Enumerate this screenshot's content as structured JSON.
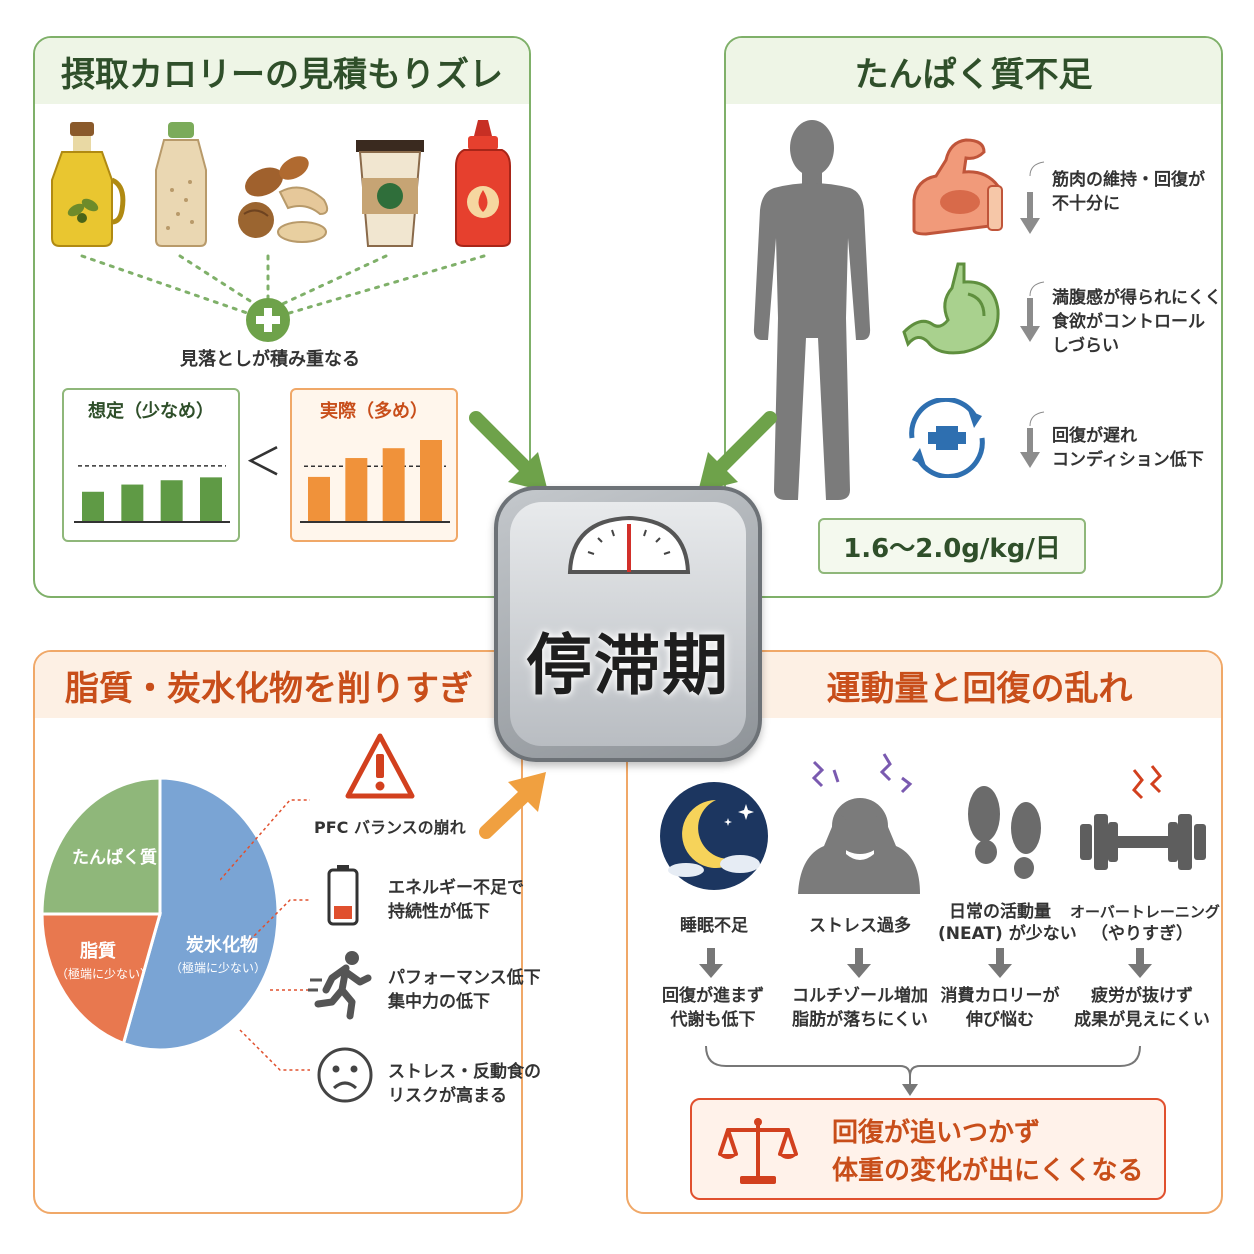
{
  "center": {
    "label": "停滞期"
  },
  "calorie_panel": {
    "title": "摂取カロリーの見積もりズレ",
    "accumulation_label": "見落としが積み重なる",
    "assumed_label": "想定（少なめ）",
    "actual_label": "実際（多め）",
    "compare_symbol": "＜",
    "assumed_bars": [
      0.42,
      0.52,
      0.58,
      0.62
    ],
    "actual_bars": [
      0.55,
      0.78,
      0.9,
      1.0
    ]
  },
  "protein_panel": {
    "title": "たんぱく質不足",
    "effects": [
      {
        "icon": "flexed-arm-icon",
        "text": [
          "筋肉の維持・回復が",
          "不十分に"
        ]
      },
      {
        "icon": "stomach-icon",
        "text": [
          "満腹感が得られにくく",
          "食欲がコントロール",
          "しづらい"
        ]
      },
      {
        "icon": "recovery-cross-icon",
        "text": [
          "回復が遅れ",
          "コンディション低下"
        ]
      }
    ],
    "target": "1.6〜2.0g/kg/日"
  },
  "macro_panel": {
    "title": "脂質・炭水化物を削りすぎ",
    "pie": [
      {
        "label": "たんぱく質",
        "sub": "",
        "value": 25,
        "color": "#8fb77a"
      },
      {
        "label": "脂質",
        "sub": "（極端に少ない）",
        "value": 20,
        "color": "#e8784f"
      },
      {
        "label": "炭水化物",
        "sub": "（極端に少ない）",
        "value": 55,
        "color": "#7aa4d4"
      }
    ],
    "pfc_label": "PFC バランスの崩れ",
    "effects": [
      {
        "icon": "low-battery-icon",
        "text": [
          "エネルギー不足で",
          "持続性が低下"
        ]
      },
      {
        "icon": "running-person-icon",
        "text": [
          "パフォーマンス低下",
          "集中力の低下"
        ]
      },
      {
        "icon": "sad-face-icon",
        "text": [
          "ストレス・反動食の",
          "リスクが高まる"
        ]
      }
    ]
  },
  "exercise_panel": {
    "title": "運動量と回復の乱れ",
    "columns": [
      {
        "icon": "moon-icon",
        "cause": [
          "睡眠不足"
        ],
        "effect": [
          "回復が進まず",
          "代謝も低下"
        ]
      },
      {
        "icon": "stressed-person-icon",
        "cause": [
          "ストレス過多"
        ],
        "effect": [
          "コルチゾール増加",
          "脂肪が落ちにくい"
        ]
      },
      {
        "icon": "footprints-icon",
        "cause": [
          "日常の活動量",
          "(NEAT) が少ない"
        ],
        "effect": [
          "消費カロリーが",
          "伸び悩む"
        ]
      },
      {
        "icon": "dumbbell-icon",
        "cause": [
          "オーバートレーニング",
          "（やりすぎ）"
        ],
        "effect": [
          "疲労が抜けず",
          "成果が見えにくい"
        ]
      }
    ],
    "conclusion": [
      "回復が追いつかず",
      "体重の変化が出にくくなる"
    ]
  },
  "colors": {
    "green": "#7fb069",
    "orange": "#f08a3c",
    "accent_red": "#d2401e"
  }
}
